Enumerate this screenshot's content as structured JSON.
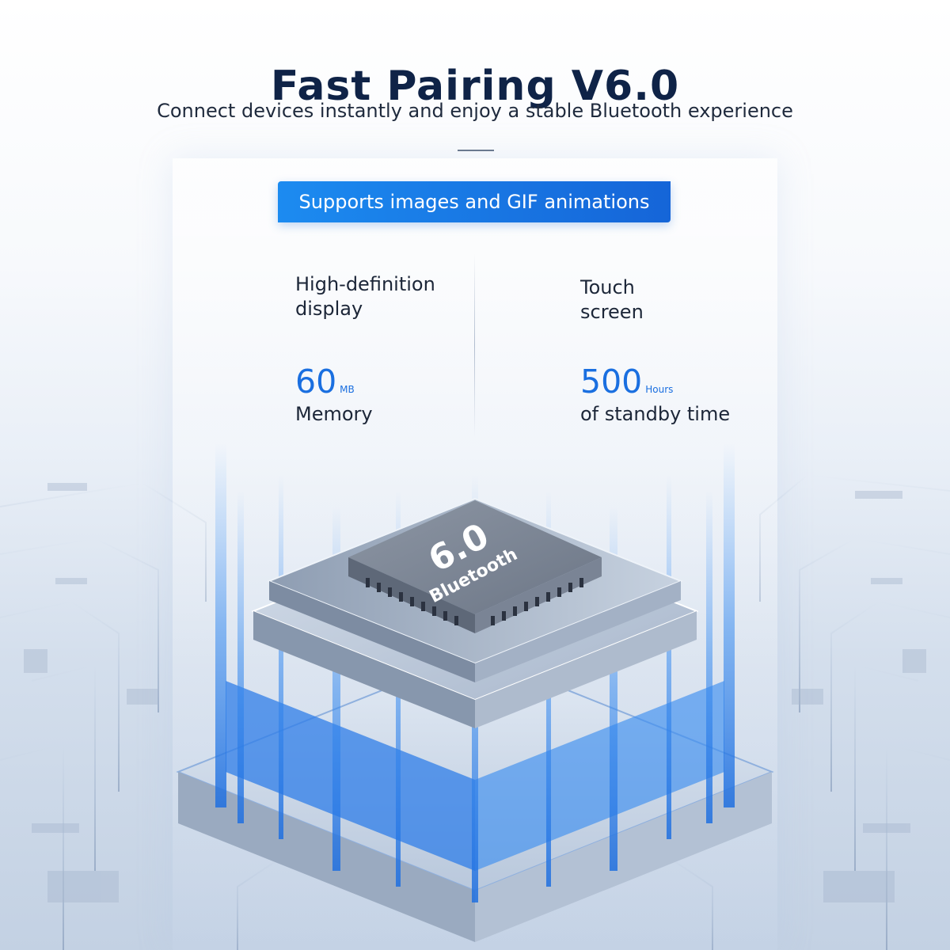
{
  "header": {
    "title": "Fast Pairing V6.0",
    "subtitle": "Connect devices instantly and enjoy a stable Bluetooth experience"
  },
  "badge": {
    "label": "Supports images and GIF animations"
  },
  "features": {
    "left_top": {
      "line1": "High-definition",
      "line2": "display"
    },
    "right_top": {
      "line1": "Touch",
      "line2": "screen"
    },
    "left_stat": {
      "value": "60",
      "unit": "MB",
      "label": "Memory"
    },
    "right_stat": {
      "value": "500",
      "unit": "Hours",
      "label": "of standby time"
    }
  },
  "chip": {
    "version": "6.0",
    "label": "Bluetooth"
  },
  "colors": {
    "title": "#0f2347",
    "accent": "#1a6fe0",
    "badge_start": "#1c8bf0",
    "badge_end": "#1565d8"
  }
}
